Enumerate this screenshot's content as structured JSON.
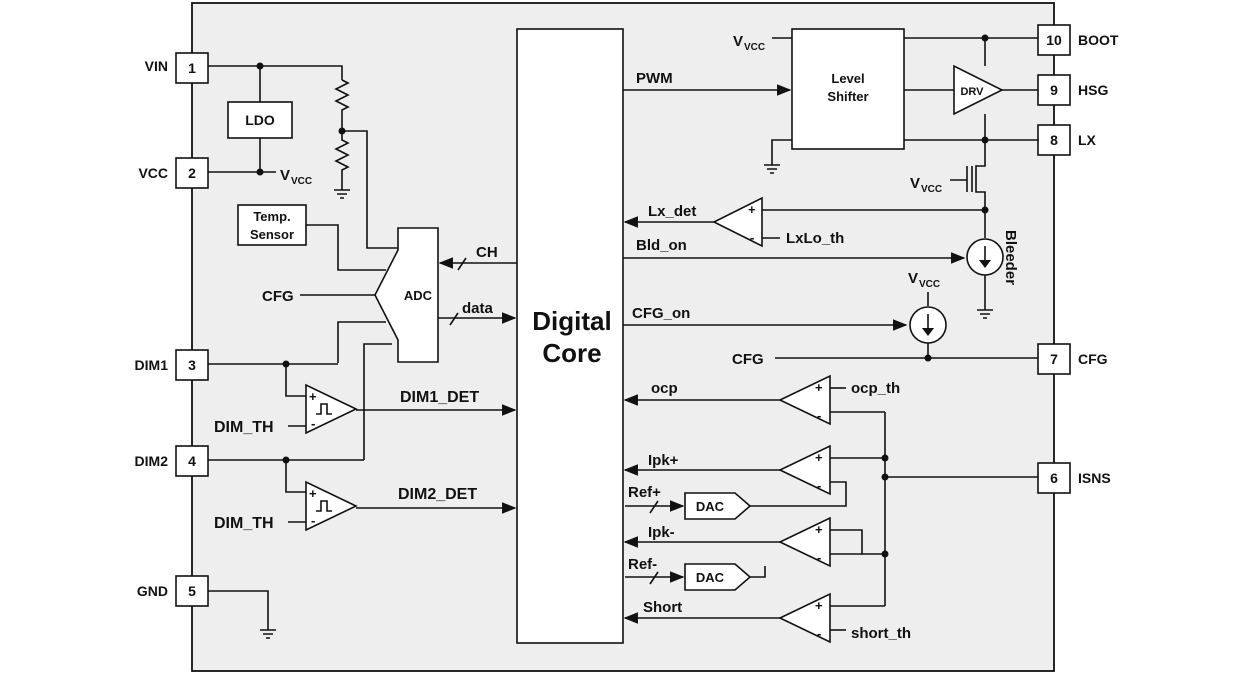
{
  "pins": [
    {
      "num": "1",
      "name": "VIN"
    },
    {
      "num": "2",
      "name": "VCC"
    },
    {
      "num": "3",
      "name": "DIM1"
    },
    {
      "num": "4",
      "name": "DIM2"
    },
    {
      "num": "5",
      "name": "GND"
    },
    {
      "num": "10",
      "name": "BOOT"
    },
    {
      "num": "9",
      "name": "HSG"
    },
    {
      "num": "8",
      "name": "LX"
    },
    {
      "num": "7",
      "name": "CFG"
    },
    {
      "num": "6",
      "name": "ISNS"
    }
  ],
  "blocks": {
    "ldo": "LDO",
    "temp1": "Temp.",
    "temp2": "Sensor",
    "adc": "ADC",
    "core1": "Digital",
    "core2": "Core",
    "level1": "Level",
    "level2": "Shifter",
    "drv": "DRV",
    "dac": "DAC",
    "bleeder": "Bleeder"
  },
  "signals": {
    "vcc_main": "V",
    "vcc_sub": "VCC",
    "cfg_left": "CFG",
    "ch": "CH",
    "data": "data",
    "dim_th": "DIM_TH",
    "dim1_det": "DIM1_DET",
    "dim2_det": "DIM2_DET",
    "pwm": "PWM",
    "lx_det": "Lx_det",
    "lxlo_th": "LxLo_th",
    "bld_on": "Bld_on",
    "cfg_on": "CFG_on",
    "cfg_right": "CFG",
    "ocp": "ocp",
    "ocp_th": "ocp_th",
    "ipk_plus": "Ipk+",
    "ref_plus": "Ref+",
    "ipk_minus": "Ipk-",
    "ref_minus": "Ref-",
    "short": "Short",
    "short_th": "short_th",
    "plus": "+",
    "minus": "-"
  }
}
